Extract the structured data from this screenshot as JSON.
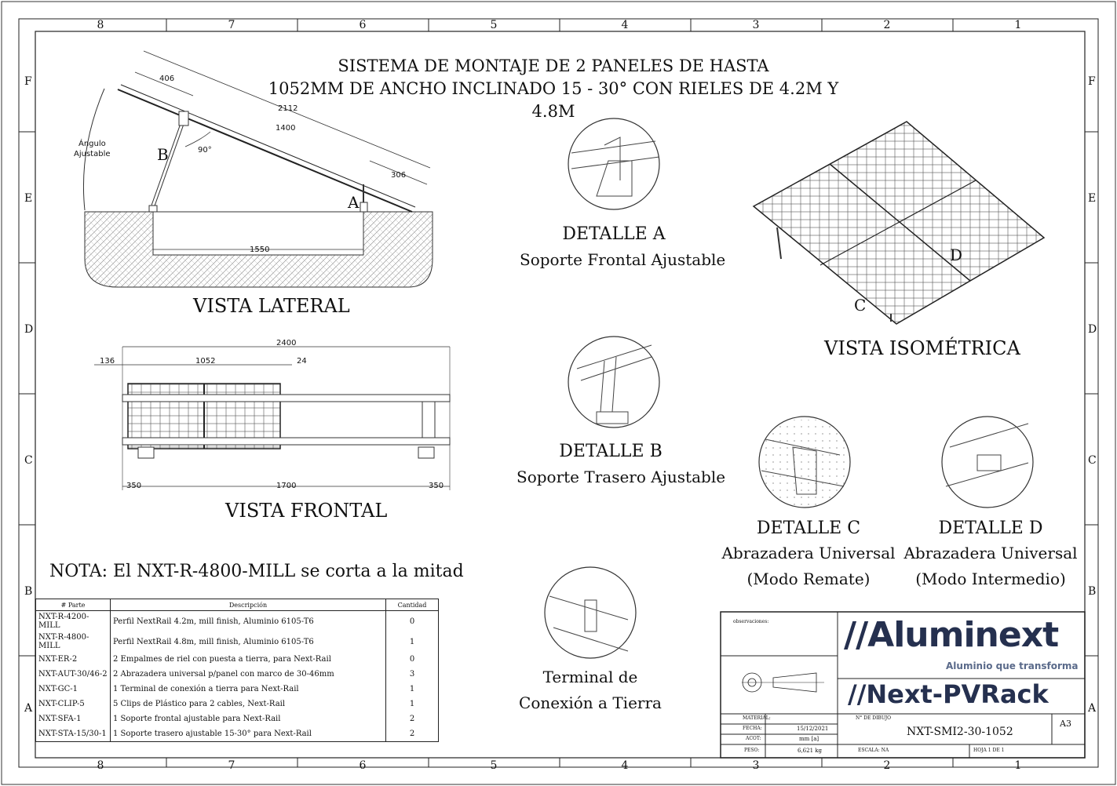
{
  "zones": {
    "cols_top": [
      "8",
      "7",
      "6",
      "5",
      "4",
      "3",
      "2",
      "1"
    ],
    "rows": [
      "F",
      "E",
      "D",
      "C",
      "B",
      "A"
    ]
  },
  "title": {
    "line1": "SISTEMA DE MONTAJE DE 2 PANELES DE HASTA",
    "line2": "1052MM DE ANCHO INCLINADO 15 - 30° CON RIELES DE 4.2M Y 4.8M"
  },
  "lateral": {
    "label": "VISTA LATERAL",
    "dim_406": "406",
    "dim_2112": "2112",
    "dim_1400": "1400",
    "dim_306": "306",
    "dim_1550": "1550",
    "angle_90": "90°",
    "angle_label_1": "Ángulo",
    "angle_label_2": "Ajustable",
    "mark_a": "A",
    "mark_b": "B"
  },
  "frontal": {
    "label": "VISTA FRONTAL",
    "dim_2400": "2400",
    "dim_136": "136",
    "dim_1052": "1052",
    "dim_24": "24",
    "dim_350_left": "350",
    "dim_1700": "1700",
    "dim_350_right": "350"
  },
  "details": {
    "a_title": "DETALLE A",
    "a_sub": "Soporte Frontal Ajustable",
    "b_title": "DETALLE B",
    "b_sub": "Soporte Trasero Ajustable",
    "c_title": "DETALLE C",
    "c_sub1": "Abrazadera Universal",
    "c_sub2": "(Modo Remate)",
    "d_title": "DETALLE D",
    "d_sub1": "Abrazadera Universal",
    "d_sub2": "(Modo Intermedio)",
    "t_line1": "Terminal de",
    "t_line2": "Conexión a Tierra"
  },
  "iso": {
    "label": "VISTA ISOMÉTRICA",
    "mark_c": "C",
    "mark_d": "D"
  },
  "note": "NOTA: El NXT-R-4800-MILL se corta a la mitad",
  "bom": {
    "headers": [
      "# Parte",
      "Descripción",
      "Cantidad"
    ],
    "rows": [
      {
        "part": "NXT-R-4200-MILL",
        "desc": "Perfil NextRail 4.2m, mill finish, Aluminio 6105-T6",
        "qty": "0"
      },
      {
        "part": "NXT-R-4800-MILL",
        "desc": "Perfil NextRail 4.8m, mill finish, Aluminio 6105-T6",
        "qty": "1"
      },
      {
        "part": "NXT-ER-2",
        "desc": "2 Empalmes de riel con puesta a tierra, para Next-Rail",
        "qty": "0"
      },
      {
        "part": "NXT-AUT-30/46-2",
        "desc": "2 Abrazadera universal p/panel con marco de 30-46mm",
        "qty": "3"
      },
      {
        "part": "NXT-GC-1",
        "desc": "1 Terminal de conexión a tierra para Next-Rail",
        "qty": "1"
      },
      {
        "part": "NXT-CLIP-5",
        "desc": "5 Clips de Plástico para 2 cables, Next-Rail",
        "qty": "1"
      },
      {
        "part": "NXT-SFA-1",
        "desc": "1 Soporte frontal ajustable para Next-Rail",
        "qty": "2"
      },
      {
        "part": "NXT-STA-15/30-1",
        "desc": "1 Soporte trasero ajustable 15-30° para Next-Rail",
        "qty": "2"
      }
    ]
  },
  "titleblock": {
    "obs": "observaciones:",
    "material_label": "MATERIAL:",
    "fecha_label": "FECHA:",
    "fecha_value": "15/12/2021",
    "acot_label": "ACOT:",
    "acot_value": "mm [a]",
    "peso_label": "PESO:",
    "peso_value": "6,621 kg",
    "dibujo_label": "N° DE DIBUJO",
    "dibujo_value": "NXT-SMI2-30-1052",
    "size": "A3",
    "escala": "ESCALA: NA",
    "hoja": "HOJA 1 DE 1"
  },
  "brand": {
    "logo1": "//Aluminext",
    "tagline": "Aluminio que transforma",
    "logo2": "//Next-PVRack",
    "color": "#25304f"
  }
}
